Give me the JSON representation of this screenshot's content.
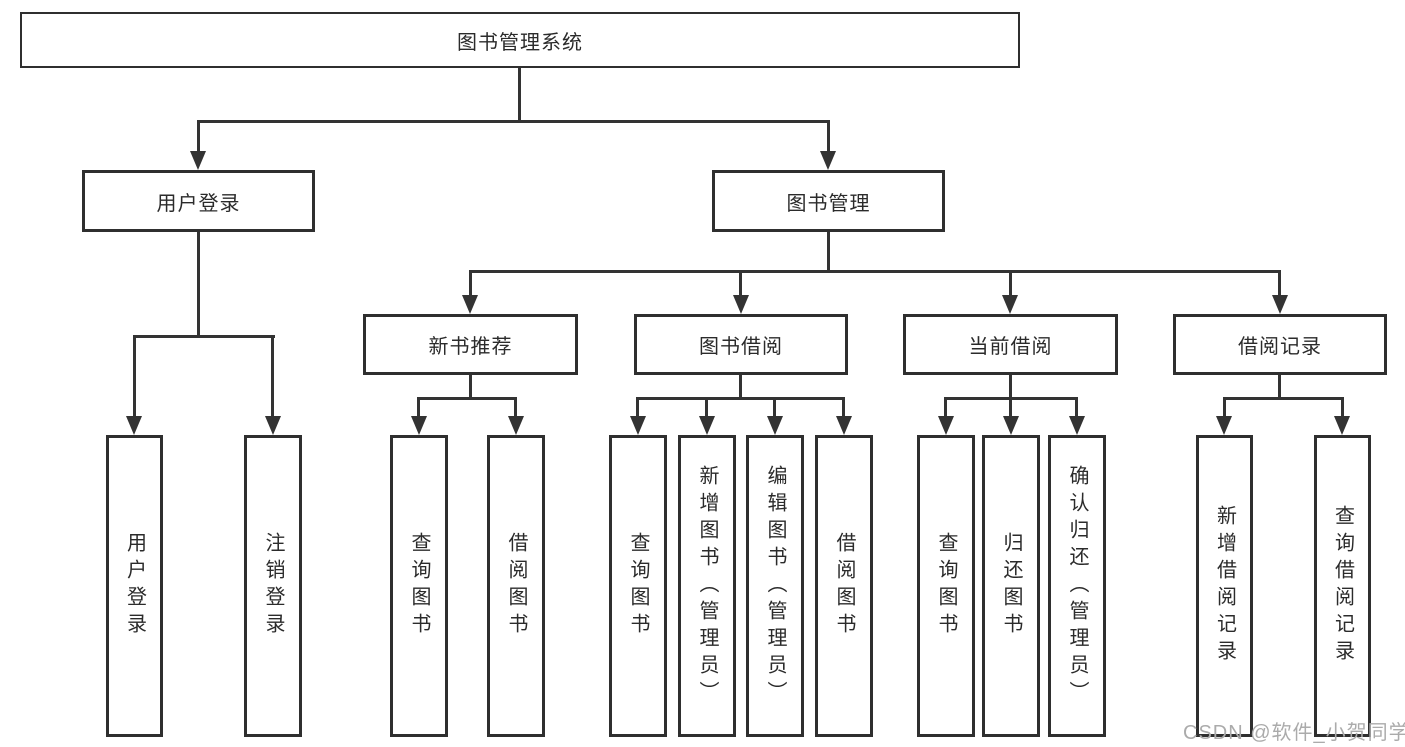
{
  "diagram_type": "hierarchy-tree",
  "colors": {
    "background": "#ffffff",
    "box_border": "#2f2f2f",
    "connector_line": "#333333",
    "text": "#2b2b2b",
    "watermark_text": "#ababab"
  },
  "tree": {
    "label": "图书管理系统",
    "children": [
      {
        "label": "用户登录",
        "children": [
          {
            "label": "用户登录"
          },
          {
            "label": "注销登录"
          }
        ]
      },
      {
        "label": "图书管理",
        "children": [
          {
            "label": "新书推荐",
            "children": [
              {
                "label": "查询图书"
              },
              {
                "label": "借阅图书"
              }
            ]
          },
          {
            "label": "图书借阅",
            "children": [
              {
                "label": "查询图书"
              },
              {
                "label": "新增图书（管理员）"
              },
              {
                "label": "编辑图书（管理员）"
              },
              {
                "label": "借阅图书"
              }
            ]
          },
          {
            "label": "当前借阅",
            "children": [
              {
                "label": "查询图书"
              },
              {
                "label": "归还图书"
              },
              {
                "label": "确认归还（管理员）"
              }
            ]
          },
          {
            "label": "借阅记录",
            "children": [
              {
                "label": "新增借阅记录"
              },
              {
                "label": "查询借阅记录"
              }
            ]
          }
        ]
      }
    ]
  },
  "watermark": "CSDN @软件_小贺同学"
}
